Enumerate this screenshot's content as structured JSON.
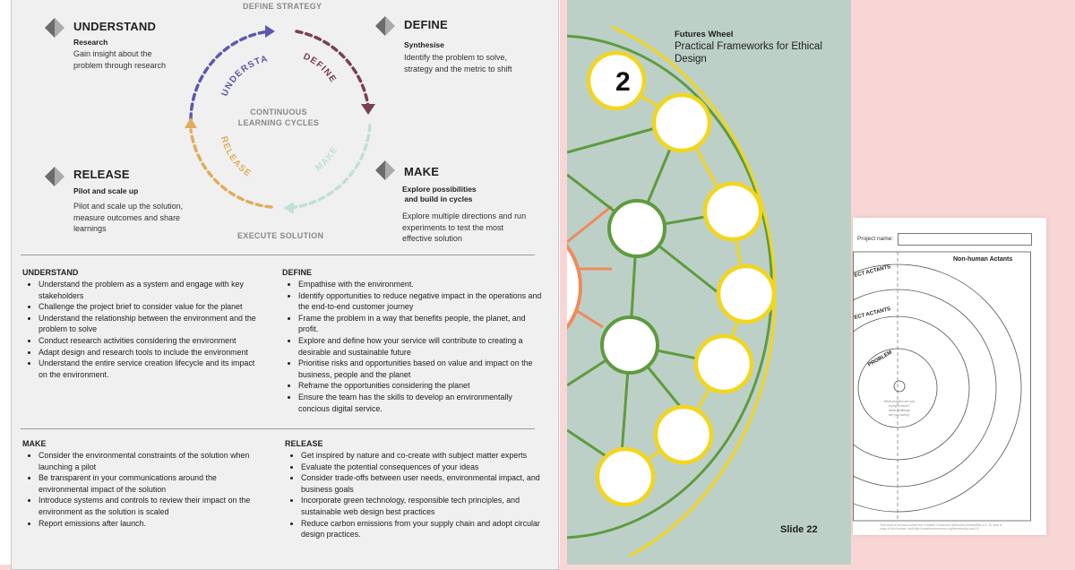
{
  "framework": {
    "top_label": "DEFINE STRATEGY",
    "bottom_label": "EXECUTE SOLUTION",
    "center_label_line1": "CONTINUOUS",
    "center_label_line2": "LEARNING CYCLES",
    "arc_labels": {
      "understand": "UNDERSTAND",
      "define": "DEFINE",
      "make": "MAKE",
      "release": "RELEASE"
    },
    "arc_colors": {
      "understand": "#5c57b0",
      "define": "#7a3f52",
      "make": "#bfe0d8",
      "release": "#e0ad5a"
    },
    "phases": {
      "understand": {
        "title": "UNDERSTAND",
        "subtitle": "Research",
        "desc_line1": "Gain insight about the",
        "desc_line2": "problem through research"
      },
      "define": {
        "title": "DEFINE",
        "subtitle": "Synthesise",
        "desc_line1": "Identify the problem to solve,",
        "desc_line2": "strategy and the metric to shift"
      },
      "release": {
        "title": "RELEASE",
        "subtitle": "Pilot and scale up",
        "desc_line1": "Pilot and scale up the solution,",
        "desc_line2": "measure outcomes and share",
        "desc_line3": "learnings"
      },
      "make": {
        "title": "MAKE",
        "subtitle_line1": "Explore possibilities",
        "subtitle_line2": " and build in cycles",
        "desc_line1": "Explore multiple directions and run",
        "desc_line2": "experiments to test the most",
        "desc_line3": "effective solution"
      }
    }
  },
  "sections": {
    "understand": {
      "title": "UNDERSTAND",
      "items": [
        "Understand the problem as a system and engage with key stakeholders",
        "Challenge the project brief to consider value for the planet",
        "Understand the relationship between the environment and the problem to solve",
        "Conduct research activities considering the environment",
        "Adapt design and research tools to include the environment",
        "Understand the entire service creation lifecycle and its impact on the environment."
      ]
    },
    "define": {
      "title": "DEFINE",
      "items": [
        "Empathise with the environment.",
        "Identify opportunities to reduce negative impact in the operations and the end-to-end customer journey",
        "Frame the problem in a way that benefits people, the planet, and profit.",
        "Explore and define how your service will contribute to creating a desirable and sustainable future",
        "Prioritise risks and opportunities based on value and impact on the business, people and the planet",
        "Reframe the opportunities considering the planet",
        "Ensure the team has the skills to develop an environmentally concious digital service."
      ]
    },
    "make": {
      "title": "MAKE",
      "items": [
        "Consider the environmental constraints of the solution when launching a pilot",
        "Be transparent in your communications around the environmental impact of the solution",
        "Introduce systems and controls to review their impact on the environment as the solution is scaled",
        "Report emissions after launch."
      ]
    },
    "release": {
      "title": "RELEASE",
      "items": [
        "Get inspired by nature and co-create with subject matter experts",
        "Evaluate the potential consequences of your ideas",
        "Consider trade-offs between user needs, environmental impact, and business goals",
        "Incorporate green technology, responsible tech principles, and sustainable web design best practices",
        "Reduce carbon emissions from your supply chain and adopt circular design practices."
      ]
    }
  },
  "futures_wheel": {
    "title": "Futures Wheel",
    "subtitle": "Practical Frameworks for Ethical Design",
    "node_number": "2",
    "slide": "Slide 22",
    "colors": {
      "background": "#bdd0c8",
      "first_order": "#f08a5d",
      "second_order": "#5e9b3e",
      "third_order": "#f2d61e"
    }
  },
  "worksheet": {
    "project_label": "Project name:",
    "title": "Non-human Actants",
    "ring_label_1": "ECT ACTANTS",
    "ring_label_2": "ECT ACTANTS",
    "center_label": "PROBLEM",
    "center_text": [
      "What problem are you",
      "trying to solve?",
      "What challenge",
      "are you facing?"
    ],
    "footer": "This work is licensed under the Creative Commons Attribution-ShareAlike 4.0. To view a copy of this license, visit http://creativecommons.org/licenses/by-sa/4.0/"
  }
}
